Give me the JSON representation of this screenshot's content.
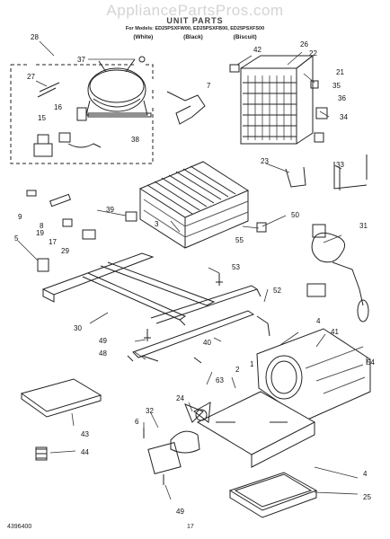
{
  "watermark": "AppliancePartsPros.com",
  "title": "UNIT PARTS",
  "models": "For Models: ED25PSXFW00, ED25PSXFB00, ED25PSXFS00",
  "variants": [
    "(White)",
    "(Black)",
    "(Biscuit)"
  ],
  "footer": {
    "doc_number": "4396400",
    "page_number": "17"
  },
  "callouts": [
    "28",
    "37",
    "27",
    "16",
    "15",
    "38",
    "7",
    "26",
    "22",
    "42",
    "21",
    "35",
    "36",
    "34",
    "23",
    "33",
    "39",
    "9",
    "8",
    "19",
    "17",
    "29",
    "5",
    "3",
    "50",
    "55",
    "31",
    "53",
    "52",
    "30",
    "49",
    "48",
    "40",
    "4",
    "41",
    "54",
    "2",
    "1",
    "63",
    "24",
    "6",
    "32",
    "43",
    "44",
    "49",
    "4",
    "25"
  ],
  "icons": [
    "compressor",
    "evaporator-coil",
    "condenser-coil",
    "wire-harness",
    "base-frame",
    "fan-shroud",
    "drain-pan",
    "mounting-plate",
    "fan-motor"
  ]
}
